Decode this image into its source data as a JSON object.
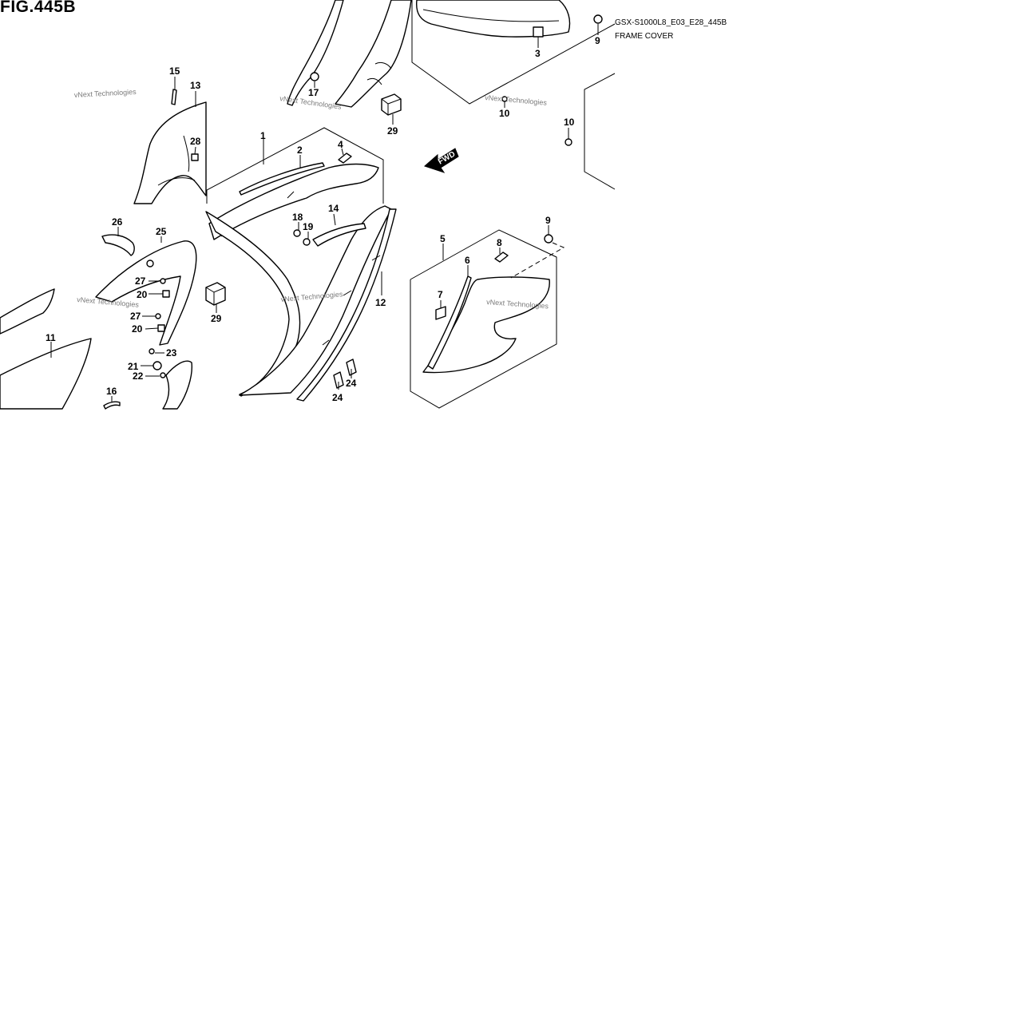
{
  "header": {
    "figure": "FIG.445B",
    "model_code": "GSX-S1000L8_E03_E28_445B",
    "section": "FRAME COVER"
  },
  "watermark": "vNext Technologies",
  "fwd_label": "FWD",
  "callouts": [
    {
      "id": "c15",
      "label": "15"
    },
    {
      "id": "c13",
      "label": "13"
    },
    {
      "id": "c28",
      "label": "28"
    },
    {
      "id": "c17",
      "label": "17"
    },
    {
      "id": "c29a",
      "label": "29"
    },
    {
      "id": "c3",
      "label": "3"
    },
    {
      "id": "c9a",
      "label": "9"
    },
    {
      "id": "c10a",
      "label": "10"
    },
    {
      "id": "c10b",
      "label": "10"
    },
    {
      "id": "c1",
      "label": "1"
    },
    {
      "id": "c2",
      "label": "2"
    },
    {
      "id": "c4",
      "label": "4"
    },
    {
      "id": "c26",
      "label": "26"
    },
    {
      "id": "c25",
      "label": "25"
    },
    {
      "id": "c27a",
      "label": "27"
    },
    {
      "id": "c20a",
      "label": "20"
    },
    {
      "id": "c27b",
      "label": "27"
    },
    {
      "id": "c20b",
      "label": "20"
    },
    {
      "id": "c23",
      "label": "23"
    },
    {
      "id": "c21",
      "label": "21"
    },
    {
      "id": "c22",
      "label": "22"
    },
    {
      "id": "c29b",
      "label": "29"
    },
    {
      "id": "c11",
      "label": "11"
    },
    {
      "id": "c16",
      "label": "16"
    },
    {
      "id": "c14",
      "label": "14"
    },
    {
      "id": "c18",
      "label": "18"
    },
    {
      "id": "c19",
      "label": "19"
    },
    {
      "id": "c12",
      "label": "12"
    },
    {
      "id": "c24a",
      "label": "24"
    },
    {
      "id": "c24b",
      "label": "24"
    },
    {
      "id": "c9b",
      "label": "9"
    },
    {
      "id": "c5",
      "label": "5"
    },
    {
      "id": "c8",
      "label": "8"
    },
    {
      "id": "c6",
      "label": "6"
    },
    {
      "id": "c7",
      "label": "7"
    }
  ]
}
